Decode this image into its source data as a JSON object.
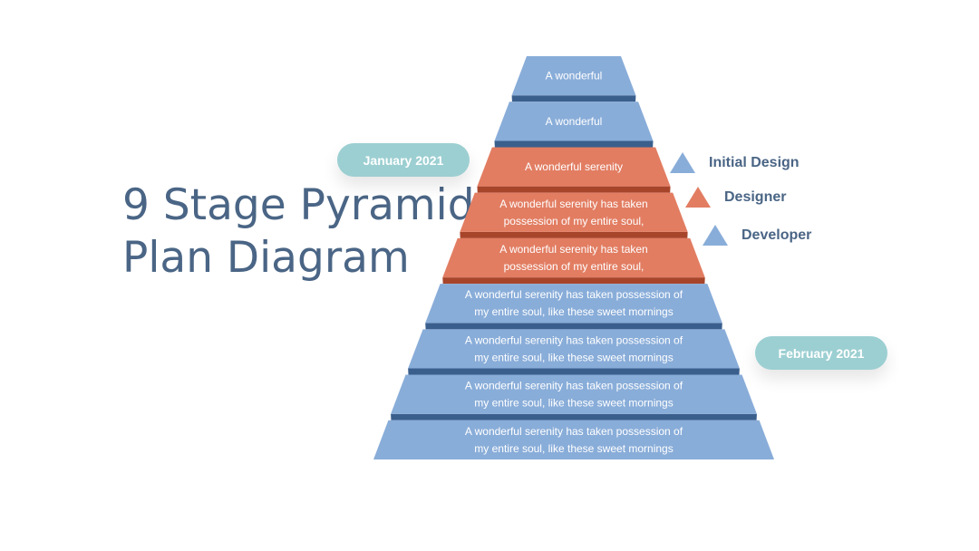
{
  "title": {
    "line1": "9 Stage Pyramid",
    "line2": "Plan Diagram"
  },
  "dates": {
    "start": "January 2021",
    "end": "February 2021"
  },
  "colors": {
    "blue": "#89add9",
    "blue_edge": "#3a5f8d",
    "orange": "#e27d62",
    "orange_edge": "#a7452b",
    "pill": "#9ccfd2",
    "title": "#4a6585"
  },
  "levels": [
    {
      "lines": [
        "A wonderful"
      ],
      "color": "blue"
    },
    {
      "lines": [
        "A wonderful"
      ],
      "color": "blue"
    },
    {
      "lines": [
        "A wonderful serenity"
      ],
      "color": "orange"
    },
    {
      "lines": [
        "A wonderful serenity has taken",
        "possession of my entire soul,"
      ],
      "color": "orange"
    },
    {
      "lines": [
        "A wonderful serenity has taken",
        "possession of my entire soul,"
      ],
      "color": "orange"
    },
    {
      "lines": [
        "A wonderful serenity has taken possession of",
        "my entire soul, like these sweet mornings"
      ],
      "color": "blue"
    },
    {
      "lines": [
        "A wonderful serenity has taken possession of",
        "my entire soul, like these sweet mornings"
      ],
      "color": "blue"
    },
    {
      "lines": [
        "A wonderful serenity has taken possession of",
        "my entire soul, like these sweet mornings"
      ],
      "color": "blue"
    },
    {
      "lines": [
        "A wonderful serenity has taken possession of",
        "my entire soul, like these sweet mornings"
      ],
      "color": "blue"
    }
  ],
  "legend": [
    {
      "label": "Initial Design",
      "color": "blue",
      "icon": "triangle-icon"
    },
    {
      "label": "Designer",
      "color": "orange",
      "icon": "triangle-icon"
    },
    {
      "label": "Developer",
      "color": "blue",
      "icon": "triangle-icon"
    }
  ]
}
